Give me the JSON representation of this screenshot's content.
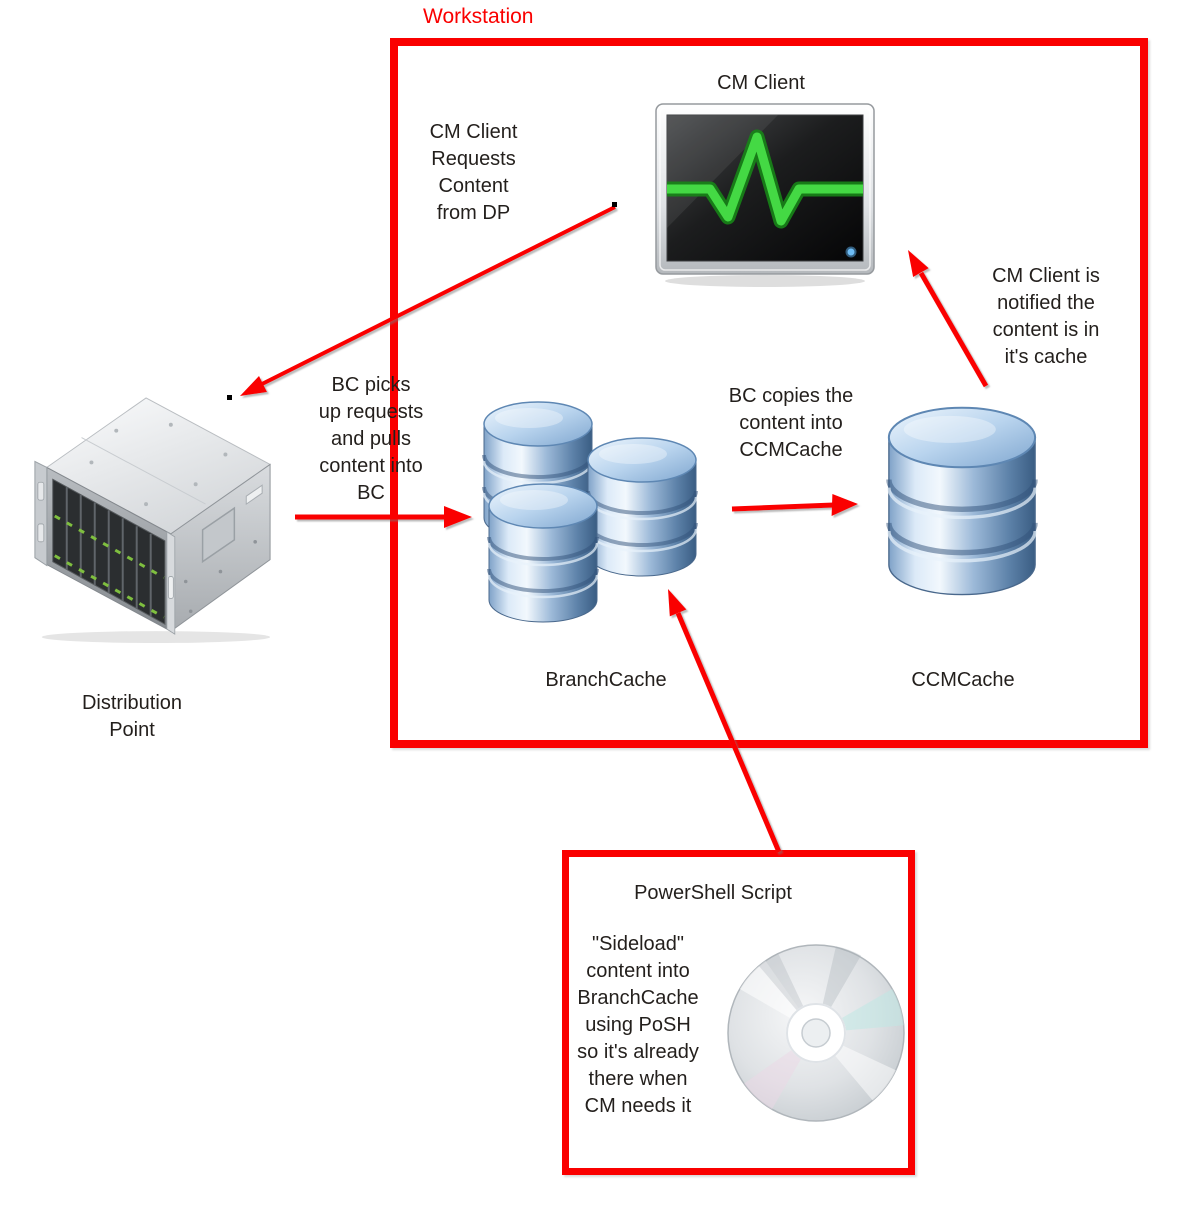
{
  "title": {
    "workstation": "Workstation"
  },
  "nodes": {
    "cm_client": {
      "label": "CM Client",
      "icon": "monitor-pulse-icon"
    },
    "distribution_point": {
      "label": "Distribution\nPoint",
      "icon": "server-rack-icon"
    },
    "branchcache": {
      "label": "BranchCache",
      "icon": "database-cluster-icon"
    },
    "ccmcache": {
      "label": "CCMCache",
      "icon": "database-icon"
    },
    "powershell": {
      "title": "PowerShell Script",
      "icon": "cd-disc-icon"
    }
  },
  "annotations": {
    "cm_requests": "CM Client\nRequests\nContent\nfrom DP",
    "bc_picks": "BC picks\nup requests\nand pulls\ncontent into\nBC",
    "bc_copies": "BC copies the\ncontent into\nCCMCache",
    "cm_notified": "CM Client is\nnotified the\ncontent is in\nit's cache",
    "sideload": "\"Sideload\"\ncontent into\nBranchCache\nusing PoSH\nso it's already\nthere when\nCM needs it"
  },
  "colors": {
    "accent_red": "#fa0000",
    "text": "#231f1c",
    "pulse_green": "#44d944",
    "database_blue": "#7ba3cd"
  }
}
